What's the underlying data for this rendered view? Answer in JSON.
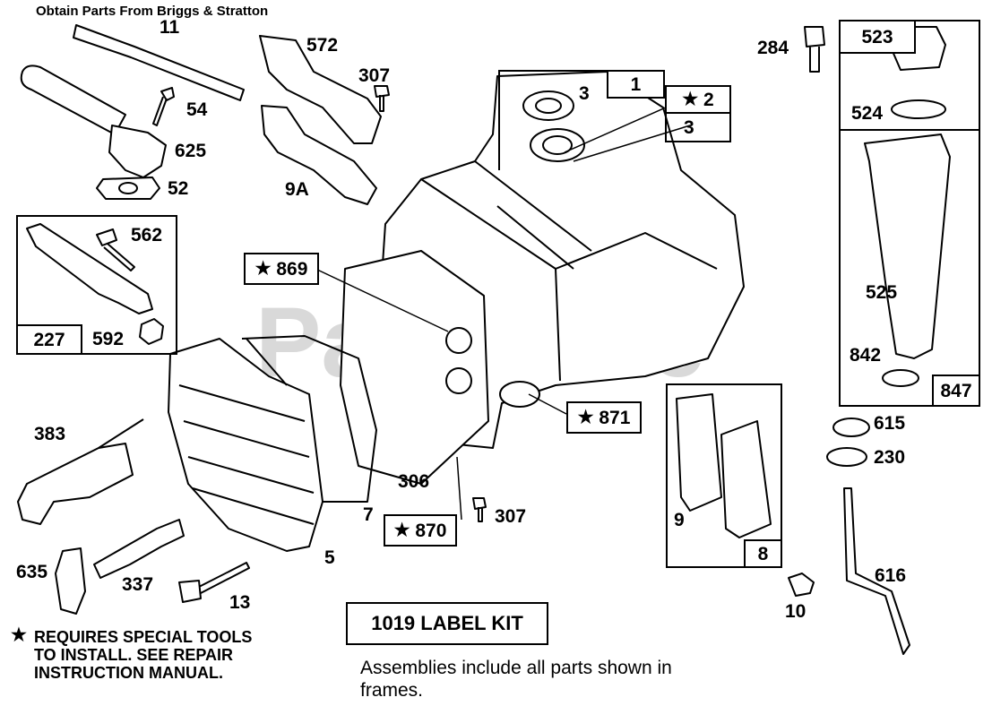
{
  "header": "Obtain Parts From Briggs & Stratton",
  "watermark": "PartsTree",
  "part_numbers": {
    "p11": "11",
    "p572": "572",
    "p307a": "307",
    "p54": "54",
    "p625": "625",
    "p52": "52",
    "p9a": "9A",
    "p3a": "3",
    "p1": "1",
    "p2": "2",
    "p3b": "3",
    "p284": "284",
    "p523": "523",
    "p524": "524",
    "p562": "562",
    "p227": "227",
    "p592": "592",
    "p869": "869",
    "p525": "525",
    "p842": "842",
    "p847": "847",
    "p871": "871",
    "p383": "383",
    "p306": "306",
    "p7": "7",
    "p870": "870",
    "p307b": "307",
    "p615": "615",
    "p230": "230",
    "p9": "9",
    "p8": "8",
    "p635": "635",
    "p337": "337",
    "p13": "13",
    "p5": "5",
    "p616": "616",
    "p10": "10"
  },
  "star": "★",
  "label_kit": "1019 LABEL KIT",
  "special_tools_note": {
    "line1": "REQUIRES SPECIAL TOOLS",
    "line2": "TO INSTALL.  SEE REPAIR",
    "line3": "INSTRUCTION MANUAL."
  },
  "footer": {
    "line1": "Assemblies include all parts shown in",
    "line2": "frames."
  },
  "icons": [
    "star-icon"
  ]
}
